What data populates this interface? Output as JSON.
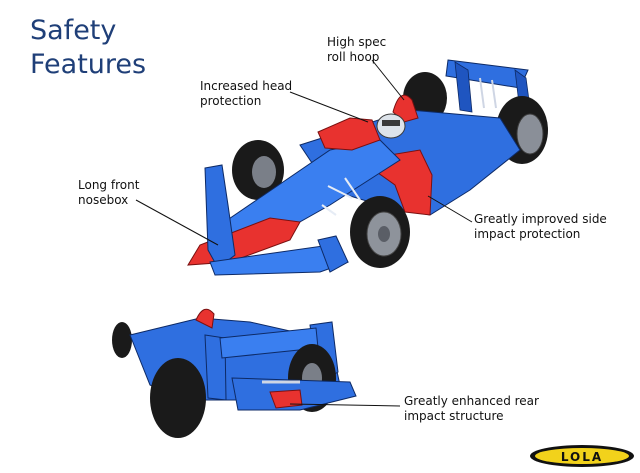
{
  "title": {
    "line1": "Safety",
    "line2": "Features"
  },
  "labels": {
    "roll_hoop": {
      "line1": "High spec",
      "line2": "roll hoop"
    },
    "head_protection": {
      "line1": "Increased head",
      "line2": "protection"
    },
    "nosebox": {
      "line1": "Long front",
      "line2": "nosebox"
    },
    "side_impact": {
      "line1": "Greatly improved side",
      "line2": "impact protection"
    },
    "rear_impact": {
      "line1": "Greatly enhanced rear",
      "line2": "impact structure"
    }
  },
  "logo": {
    "text": "LOLA",
    "color": "#f2d21b"
  },
  "colors": {
    "body_blue": "#2f6fe0",
    "accent_red": "#e8322f",
    "tyre": "#1a1a1a",
    "title": "#1f3f78"
  }
}
